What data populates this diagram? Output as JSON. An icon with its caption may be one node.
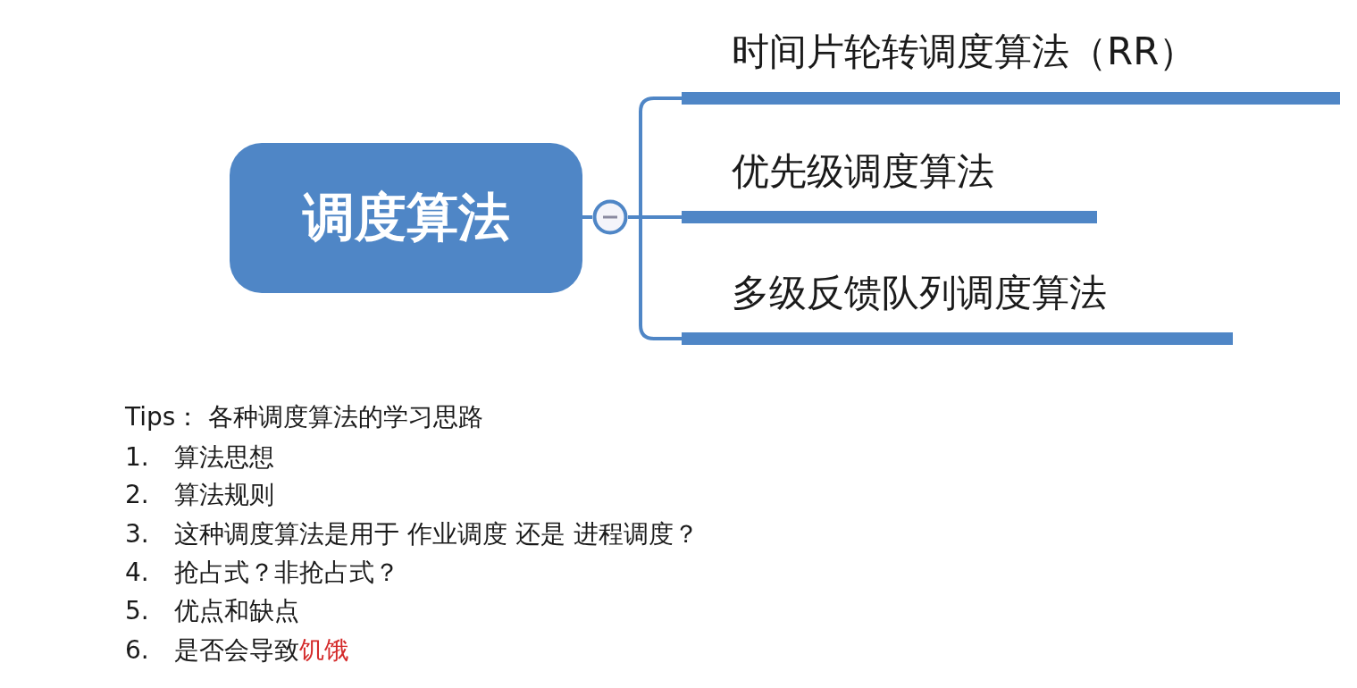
{
  "diagram": {
    "nodes": [
      {
        "text": [
          "调度算法"
        ]
      },
      {
        "text": [],
        "shape": "circle"
      },
      {
        "text": [
          "时间片轮转调度算法（RR）"
        ]
      },
      {
        "text": [
          "优先级调度算法"
        ]
      },
      {
        "text": [
          "多级反馈队列调度算法"
        ]
      }
    ],
    "edges": [
      {
        "from": 0,
        "to": 1,
        "arrow": "none"
      },
      {
        "from": 1,
        "to": 2,
        "arrow": "none"
      },
      {
        "from": 1,
        "to": 3,
        "arrow": "none"
      },
      {
        "from": 1,
        "to": 4,
        "arrow": "none"
      }
    ],
    "labels": [
      "Tips：  各种调度算法的学习思路",
      "1.",
      "算法思想",
      "2.",
      "算法规则",
      "3.",
      "这种调度算法是用于 作业调度 还是 进程调度？",
      "4.",
      "抢占式？非抢占式？",
      "5.",
      "优点和缺点",
      "6.",
      "是否会导致",
      "饥饿"
    ]
  }
}
